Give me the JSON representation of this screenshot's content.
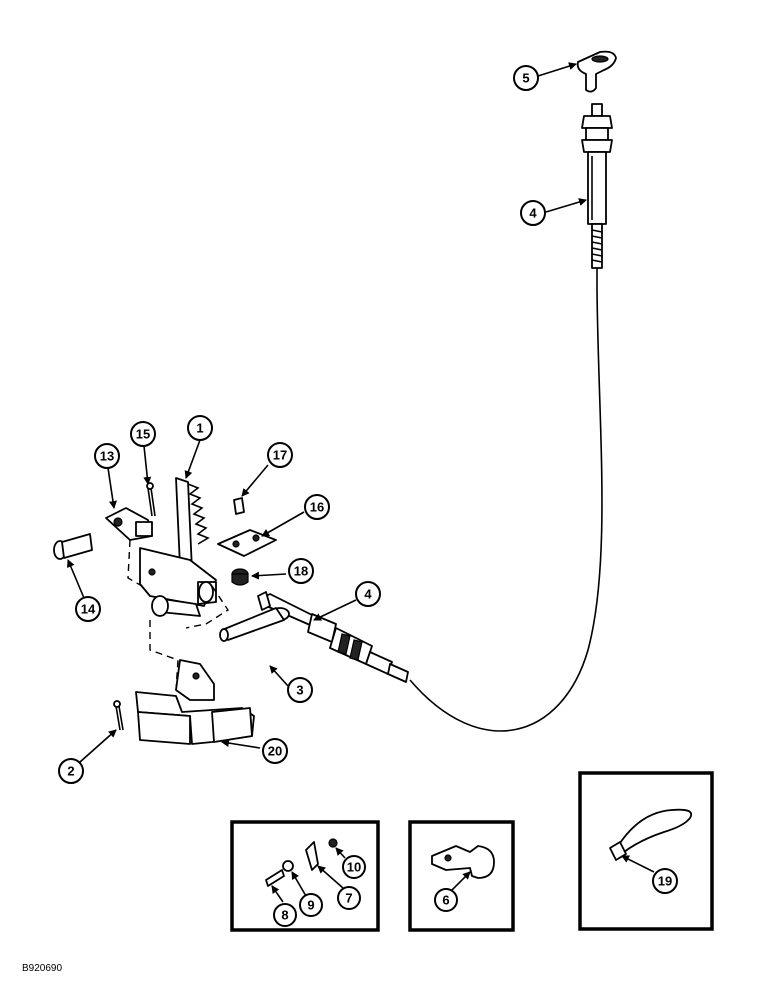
{
  "figure_code": "B920690",
  "callouts": {
    "c1": "1",
    "c2": "2",
    "c3": "3",
    "c4a": "4",
    "c4b": "4",
    "c5": "5",
    "c6": "6",
    "c7": "7",
    "c8": "8",
    "c9": "9",
    "c10": "10",
    "c13": "13",
    "c14": "14",
    "c15": "15",
    "c16": "16",
    "c17": "17",
    "c18": "18",
    "c19": "19",
    "c20": "20"
  }
}
